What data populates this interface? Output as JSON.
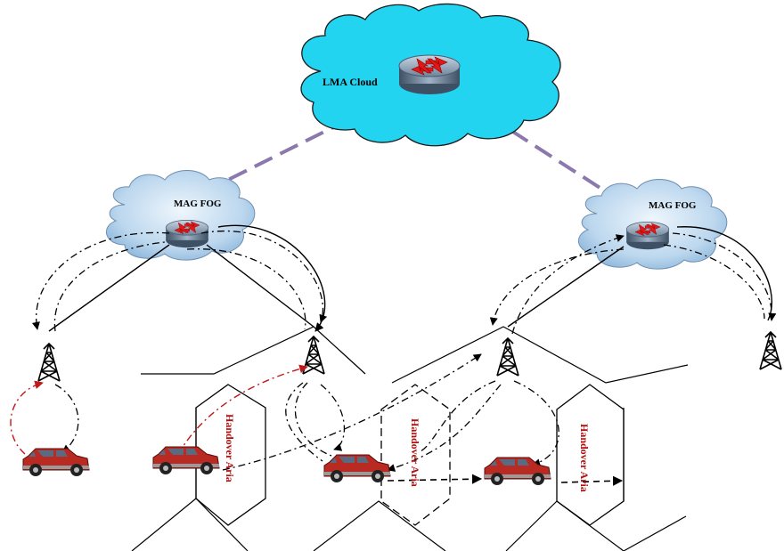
{
  "labels": {
    "lma_cloud": "LMA Cloud",
    "mag_fog_left": "MAG FOG",
    "mag_fog_right": "MAG FOG",
    "handover_1": "Handover Aria",
    "handover_2": "Handover Aria",
    "handover_3": "Handover Aria"
  },
  "colors": {
    "lma_cloud_fill": "#22d4f0",
    "fog_cloud_fill": "#c4dcf0",
    "router_body": "#5a6f86",
    "router_arrow": "#e01818",
    "link_dashed": "#8b79ad",
    "handover_text": "#b01010",
    "signal_red": "#c01818",
    "car_body": "#b82a22"
  },
  "icons": [
    "cloud-icon",
    "router-icon",
    "antenna-tower-icon",
    "car-icon"
  ]
}
